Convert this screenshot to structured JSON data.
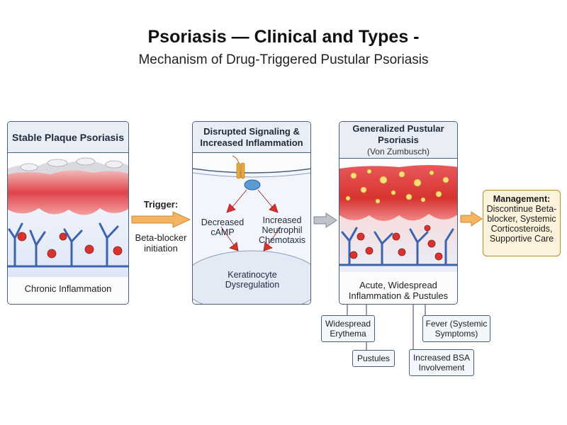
{
  "title": "Psoriasis — Clinical and Types -",
  "subtitle": "Mechanism of Drug-Triggered Pustular Psoriasis",
  "panel1": {
    "heading": "Stable Plaque Psoriasis",
    "caption": "Chronic Inflammation"
  },
  "trigger": {
    "label": "Trigger:",
    "text": "Beta-blocker initiation"
  },
  "panel2": {
    "heading": "Disrupted Signaling & Increased Inflammation",
    "decreased_camp": "Decreased cAMP",
    "neutrophil": "Increased Neutrophil Chemotaxis",
    "keratinocyte": "Keratinocyte Dysregulation"
  },
  "panel3": {
    "heading": "Generalized Pustular Psoriasis",
    "heading_sub": "(Von Zumbusch)",
    "caption": "Acute, Widespread Inflammation & Pustules"
  },
  "management": {
    "label": "Management:",
    "text": "Discontinue Beta-blocker, Systemic Corticosteroids, Supportive Care"
  },
  "features": {
    "erythema": "Widespread Erythema",
    "pustules": "Pustules",
    "bsa": "Increased BSA Involvement",
    "fever": "Fever (Systemic Symptoms)"
  },
  "colors": {
    "border": "#4a5f7a",
    "header_bg": "#e9eef6",
    "epidermis_red": "#e0444a",
    "vessel_blue": "#3b63b0",
    "arrow_orange": "#f5b462",
    "arrow_red": "#d7332f",
    "arrow_gray": "#bfc4cc",
    "management_bg": "#fdf3dc"
  }
}
